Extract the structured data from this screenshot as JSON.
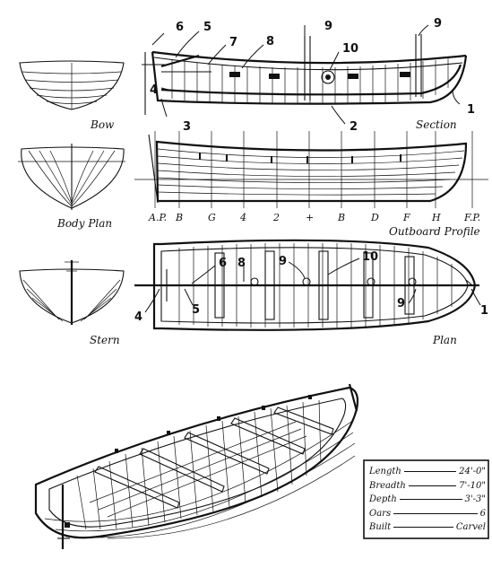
{
  "views": {
    "bow": "Bow",
    "body_plan": "Body Plan",
    "stern": "Stern",
    "section": "Section",
    "outboard_profile": "Outboard Profile",
    "plan": "Plan"
  },
  "station_labels": [
    "A.P.",
    "B",
    "G",
    "4",
    "2",
    "+",
    "B",
    "D",
    "F",
    "H",
    "F.P."
  ],
  "section_callouts": [
    "6",
    "5",
    "7",
    "8",
    "9",
    "10",
    "9",
    "4",
    "3",
    "2",
    "1"
  ],
  "plan_callouts": [
    "6",
    "8",
    "9",
    "10",
    "5",
    "4",
    "9",
    "1"
  ],
  "specs": [
    {
      "label": "Length",
      "value": "24'-0\""
    },
    {
      "label": "Breadth",
      "value": "7'-10\""
    },
    {
      "label": "Depth",
      "value": "3'-3\""
    },
    {
      "label": "Oars",
      "value": "6"
    },
    {
      "label": "Built",
      "value": "Carvel"
    }
  ]
}
